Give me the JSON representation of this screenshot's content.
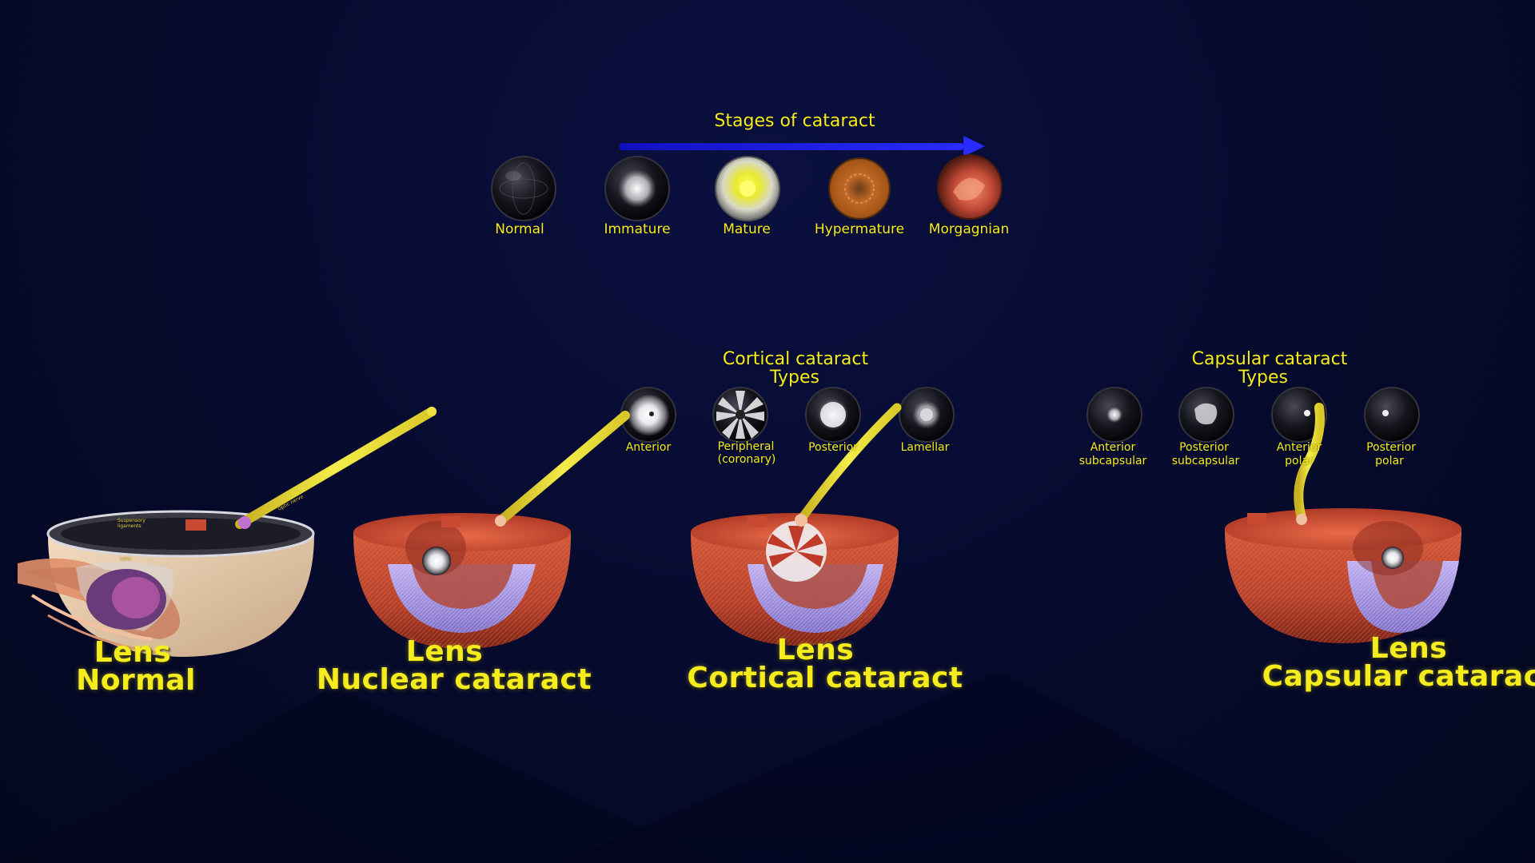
{
  "stages": {
    "title": "Stages of cataract",
    "items": [
      {
        "label": "Normal",
        "core": "none"
      },
      {
        "label": "Immature",
        "core": "#f4f4f4"
      },
      {
        "label": "Mature",
        "core": "#eef020"
      },
      {
        "label": "Hypermature",
        "core": "#b85a18"
      },
      {
        "label": "Morgagnian",
        "core": "#c0503a"
      }
    ],
    "arrow_color": "#1a1ae0"
  },
  "cortical": {
    "title_line1": "Cortical cataract",
    "title_line2": "Types",
    "items": [
      {
        "label": "Anterior"
      },
      {
        "label_line1": "Peripheral",
        "label_line2": "(coronary)"
      },
      {
        "label": "Posterior"
      },
      {
        "label": "Lamellar"
      }
    ]
  },
  "capsular": {
    "title_line1": "Capsular  cataract",
    "title_line2": "Types",
    "items": [
      {
        "label_line1": "Anterior",
        "label_line2": "subcapsular"
      },
      {
        "label_line1": "Posterior",
        "label_line2": "subcapsular"
      },
      {
        "label_line1": "Anterior",
        "label_line2": "polar"
      },
      {
        "label_line1": "Posterior",
        "label_line2": "polar"
      }
    ]
  },
  "models": {
    "normal": {
      "line1": "Lens",
      "line2": "Normal",
      "tiny_suspensory": "Suspensory ligaments",
      "tiny_lens": "Lens",
      "tiny_optic": "Optic nerve"
    },
    "nuclear": {
      "line1": "Lens",
      "line2": "Nuclear cataract"
    },
    "cortical": {
      "line1": "Lens",
      "line2": "Cortical cataract"
    },
    "capsular": {
      "line1": "Lens",
      "line2": "Capsular cataract"
    }
  },
  "colors": {
    "label_yellow": "#f4ec1c",
    "background": "#060a2c",
    "eye_red": "#c84a32",
    "lens_violet": "#9a8ad8",
    "optic_nerve": "#e8e03a"
  }
}
